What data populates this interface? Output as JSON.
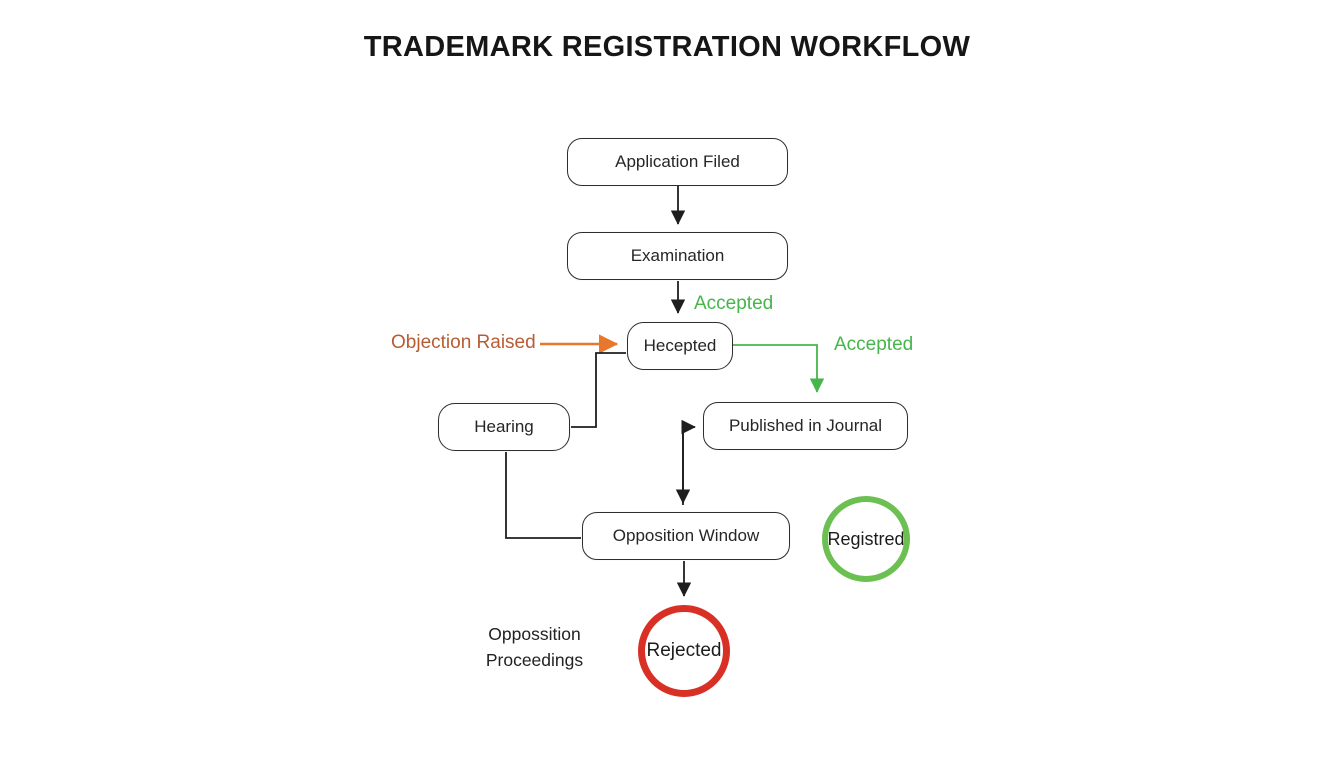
{
  "title": "TRADEMARK REGISTRATION WORKFLOW",
  "colors": {
    "ink": "#1e1e1e",
    "box_border": "#2e2e2e",
    "green": "#45b649",
    "circle_green": "#6cc052",
    "orange": "#e8772e",
    "orange_text": "#b75c33",
    "red": "#d93025"
  },
  "nodes": {
    "application_filed": {
      "label": "Application Filed"
    },
    "examination": {
      "label": "Examination"
    },
    "hecepted": {
      "label": "Hecepted"
    },
    "hearing": {
      "label": "Hearing"
    },
    "published_in_journal": {
      "label": "Published in Journal"
    },
    "opposition_window": {
      "label": "Opposition Window"
    },
    "registered": {
      "label": "Registred"
    },
    "rejected": {
      "label": "Rejected"
    }
  },
  "edge_labels": {
    "accepted_top": "Accepted",
    "accepted_right": "Accepted",
    "objection_raised": "Objection Raised"
  },
  "notes": {
    "opposition_proceedings_line1": "Oppossition",
    "opposition_proceedings_line2": "Proceedings"
  }
}
